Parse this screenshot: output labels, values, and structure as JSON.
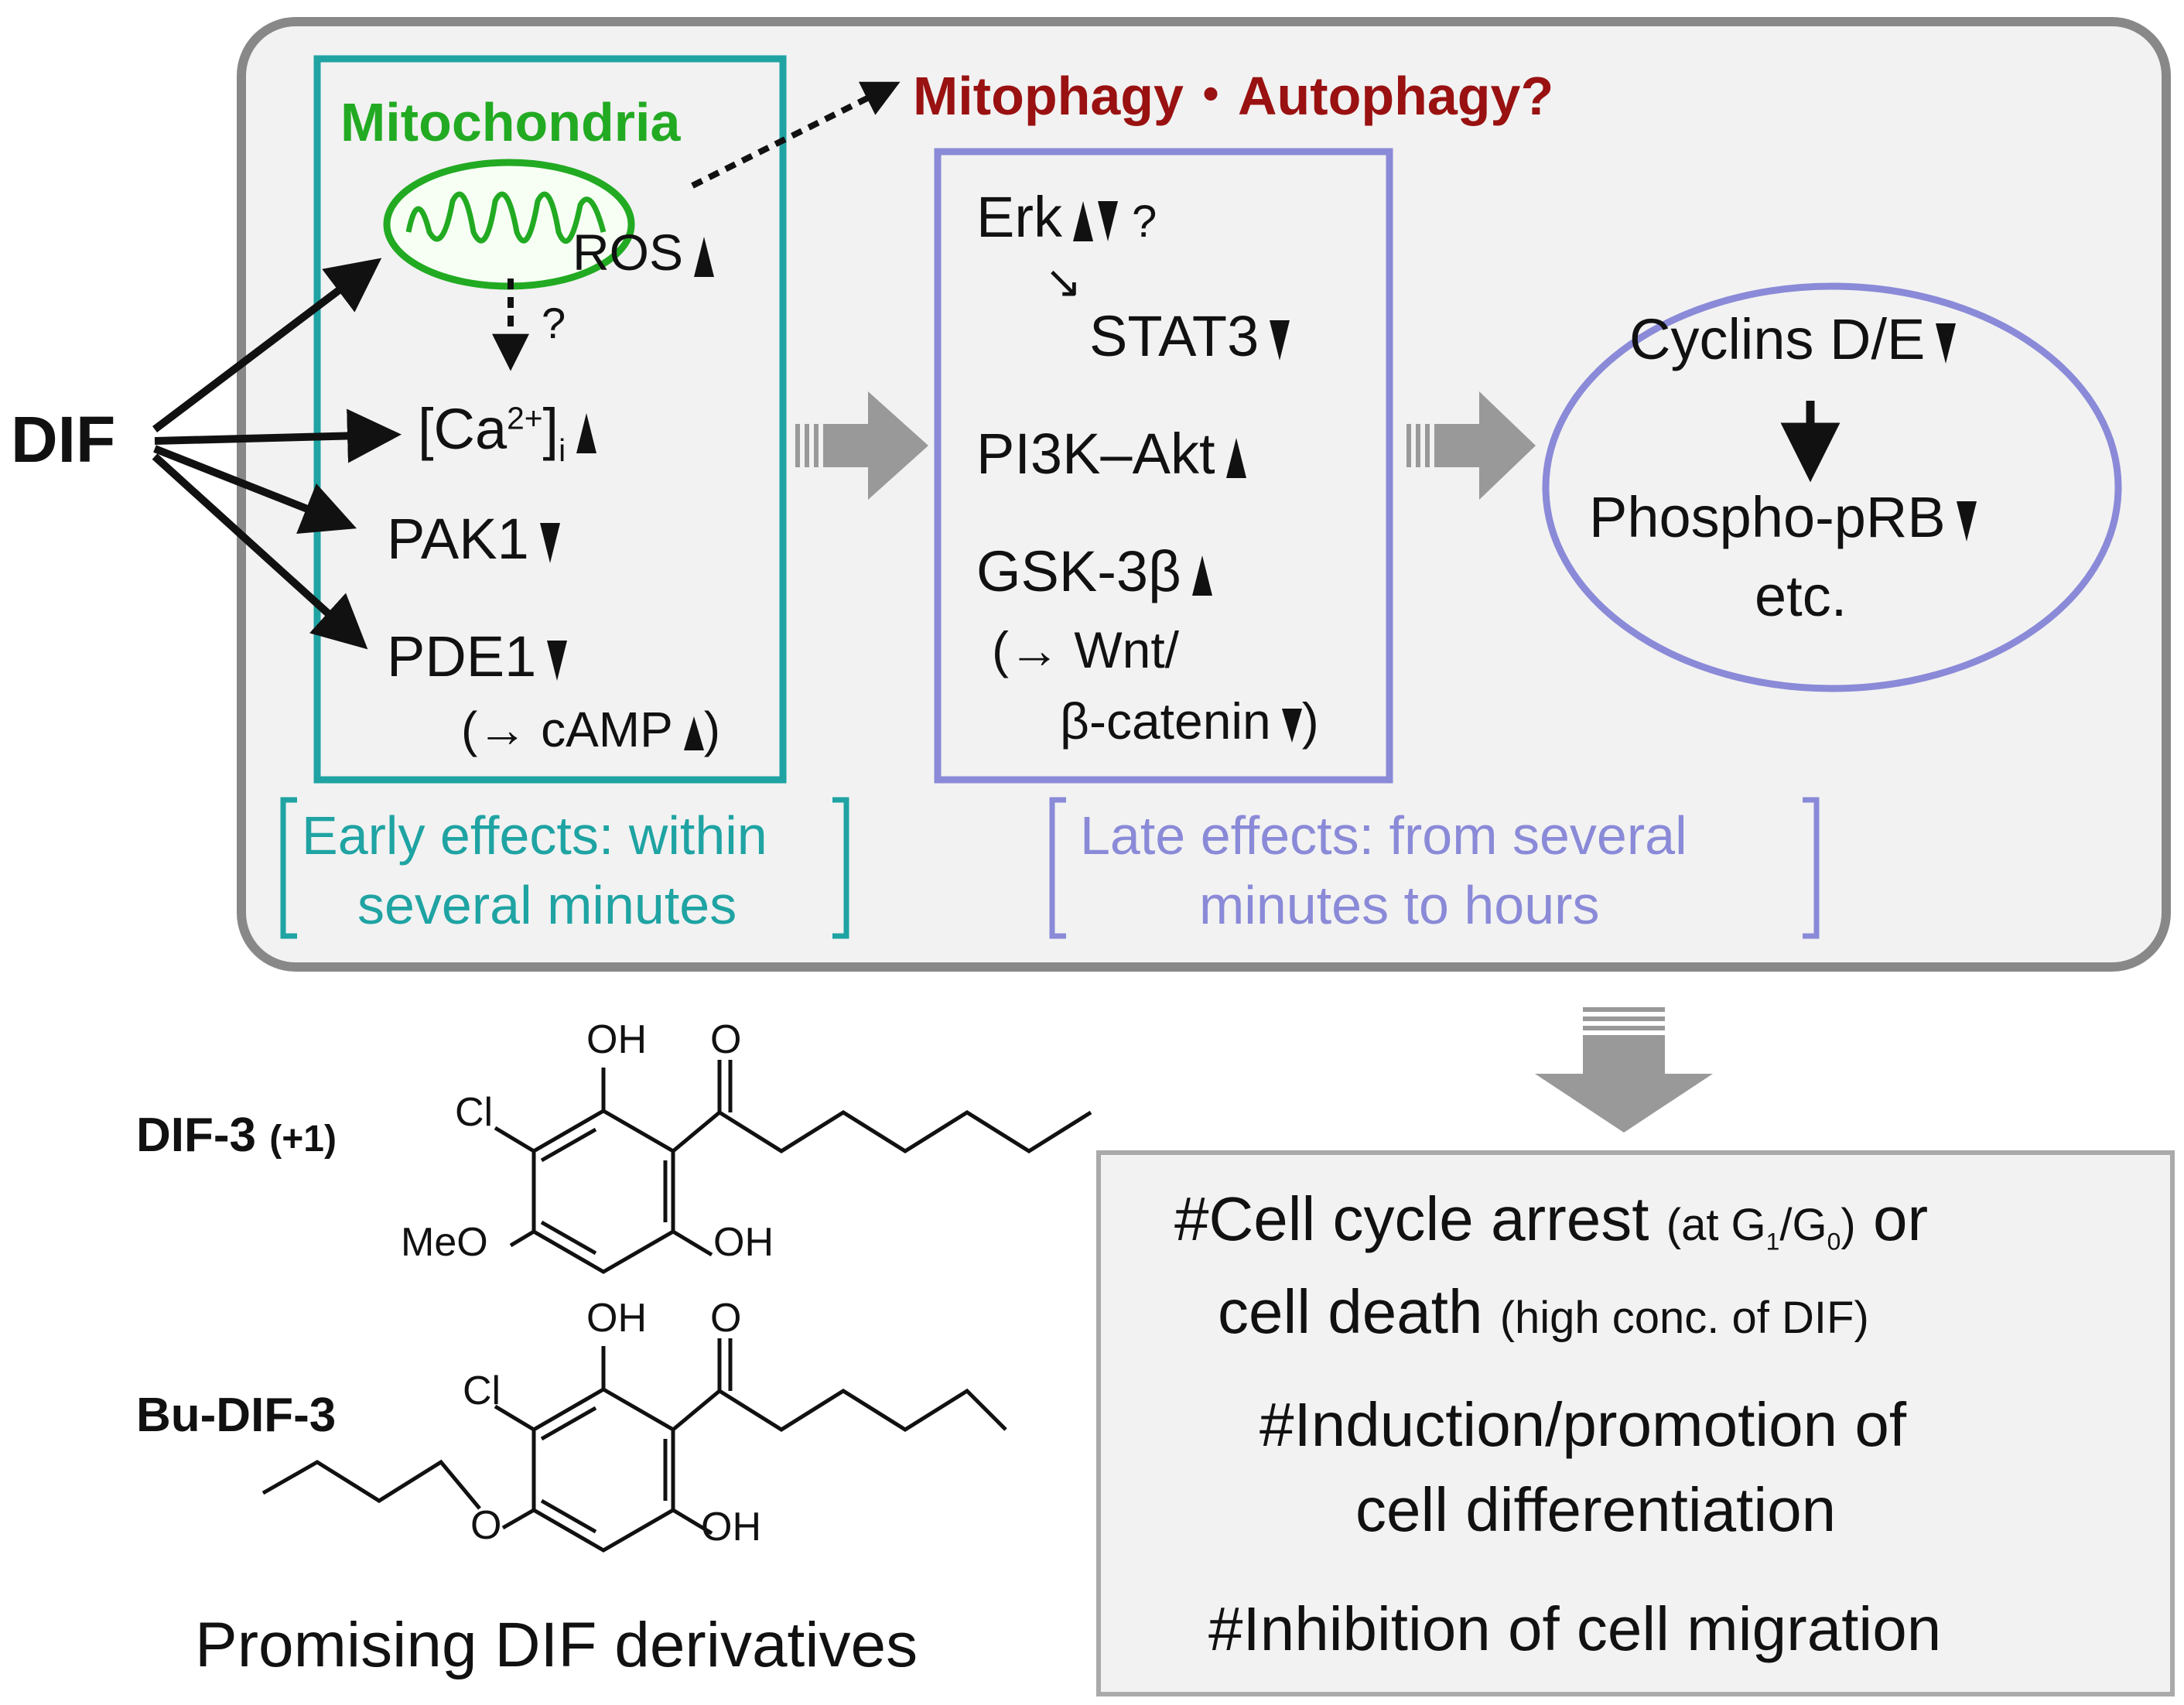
{
  "title": "",
  "dif": "DIF",
  "early": {
    "mitochondria": "Mitochondria",
    "ros": "ROS",
    "question": "?",
    "ca_main": "[Ca",
    "ca_sup": "2+",
    "ca_close": "]",
    "ca_sub": "i",
    "pak1": "PAK1",
    "pde1": "PDE1",
    "camp": "(→ cAMP",
    "camp_close": ")",
    "caption_line1": "Early effects: within",
    "caption_line2": "several minutes"
  },
  "mitophagy": "Mitophagy・Autophagy?",
  "late": {
    "erk": "Erk",
    "erk_q": "?",
    "erk_arrow": "↘",
    "stat3": "STAT3",
    "pi3k": "PI3K–Akt",
    "gsk": "GSK-3β",
    "wnt": "(→ Wnt/",
    "catenin": "β-catenin",
    "catenin_close": ")",
    "caption_line1": "Late effects: from several",
    "caption_line2": "minutes to hours"
  },
  "cyclins": {
    "cyclins": "Cyclins D/E",
    "phospho": "Phospho-pRB",
    "etc": "etc."
  },
  "outcomes": {
    "o1a": "#Cell cycle arrest",
    "o1b_pre": "(at G",
    "o1b_sub1": "1",
    "o1b_mid": "/G",
    "o1b_sub2": "0",
    "o1b_post": ")",
    "o1c": "or",
    "o2a": "cell death",
    "o2b": "(high conc. of DIF)",
    "o3": "#Induction/promotion of",
    "o4": "cell differentiation",
    "o5": "#Inhibition of cell migration"
  },
  "derivatives": {
    "dif3": "DIF-3",
    "dif3_note": "(+1)",
    "budif3": "Bu-DIF-3",
    "oh": "OH",
    "o": "O",
    "cl": "Cl",
    "meo": "MeO",
    "caption": "Promising DIF derivatives"
  },
  "colors": {
    "teal": "#1fa3a3",
    "lavender": "#8a8ad8",
    "green": "#22aa22",
    "darkred": "#991111",
    "panel": "#f2f2f2",
    "panel_border": "#888888",
    "arrow_gray": "#999999"
  }
}
